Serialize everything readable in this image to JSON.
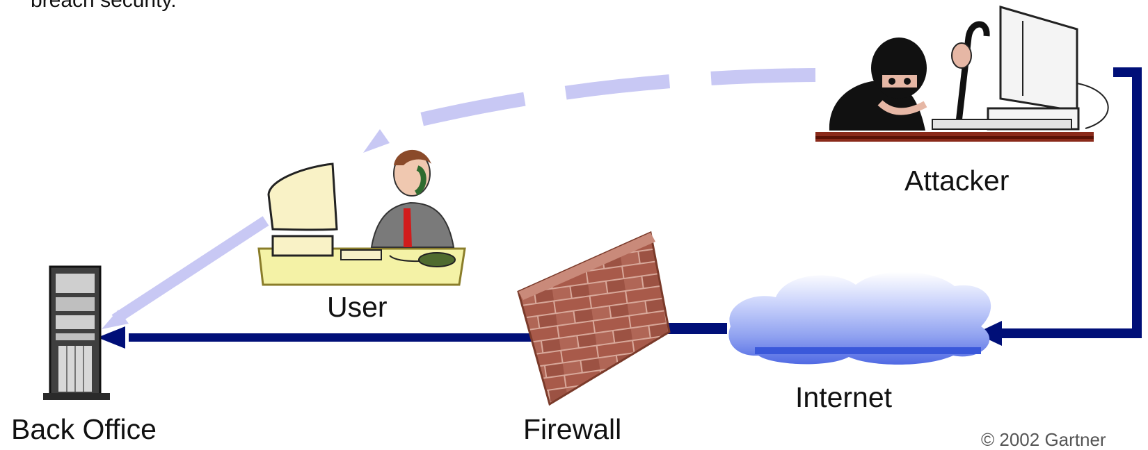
{
  "caption": "breach security.",
  "nodes": {
    "attacker": {
      "label": "Attacker"
    },
    "user": {
      "label": "User"
    },
    "internet": {
      "label": "Internet"
    },
    "back_office": {
      "label": "Back Office"
    },
    "firewall": {
      "label": "Firewall"
    }
  },
  "copyright": "© 2002 Gartner",
  "colors": {
    "network_path": "#000f78",
    "social_engineering_path": "#c8c8f4",
    "brick": "#a85a4a",
    "desk": "#f4f2a6",
    "cloud": "#6f84ec"
  },
  "icons": [
    "attacker-icon",
    "user-icon",
    "server-icon",
    "brick-wall-icon",
    "cloud-icon"
  ]
}
